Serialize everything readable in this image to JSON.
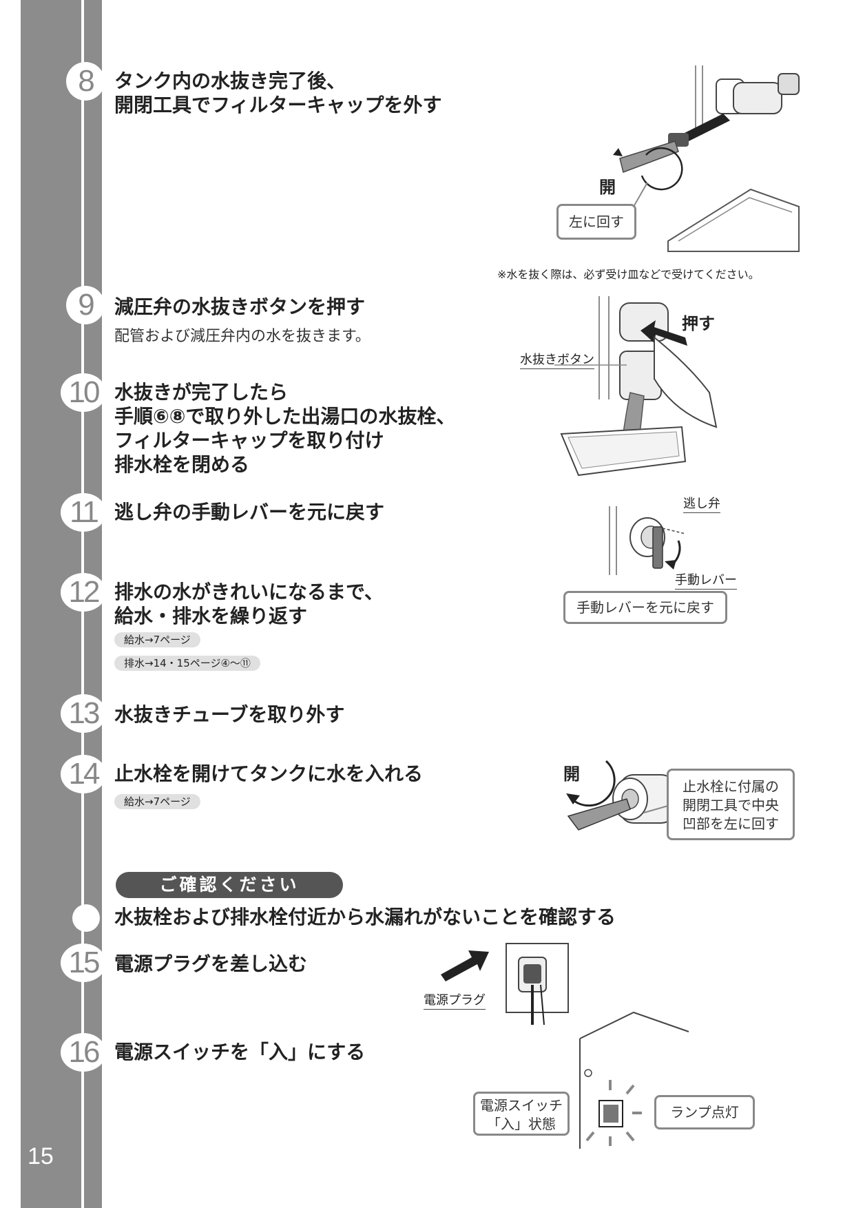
{
  "page_number": "15",
  "steps": [
    {
      "num": "8",
      "lines": [
        "タンク内の水抜き完了後、",
        "開閉工具でフィルターキャップを外す"
      ]
    },
    {
      "num": "9",
      "lines": [
        "減圧弁の水抜きボタンを押す"
      ],
      "desc": "配管および減圧弁内の水を抜きます。"
    },
    {
      "num": "10",
      "lines": [
        "水抜きが完了したら",
        "手順⑥⑧で取り外した出湯口の水抜栓、",
        "フィルターキャップを取り付け",
        "排水栓を閉める"
      ]
    },
    {
      "num": "11",
      "lines": [
        "逃し弁の手動レバーを元に戻す"
      ]
    },
    {
      "num": "12",
      "lines": [
        "排水の水がきれいになるまで、",
        "給水・排水を繰り返す"
      ],
      "refs": [
        "給水→7ページ",
        "排水→14・15ページ④～⑪"
      ]
    },
    {
      "num": "13",
      "lines": [
        "水抜きチューブを取り外す"
      ]
    },
    {
      "num": "14",
      "lines": [
        "止水栓を開けてタンクに水を入れる"
      ],
      "refs": [
        "給水→7ページ"
      ]
    },
    {
      "num": "15",
      "lines": [
        "電源プラグを差し込む"
      ]
    },
    {
      "num": "16",
      "lines": [
        "電源スイッチを「入」にする"
      ]
    }
  ],
  "confirm": {
    "banner": "ご確認ください",
    "text": "水抜栓および排水栓付近から水漏れがないことを確認する"
  },
  "note": "※水を抜く際は、必ず受け皿などで受けてください。",
  "illustrations": {
    "i8": {
      "open": "開",
      "callout": "左に回す"
    },
    "i9": {
      "push": "押す",
      "button": "水抜きボタン"
    },
    "i11": {
      "valve": "逃し弁",
      "lever": "手動レバー",
      "callout": "手動レバーを元に戻す"
    },
    "i14": {
      "open": "開",
      "callout": [
        "止水栓に付属の",
        "開閉工具で中央",
        "凹部を左に回す"
      ]
    },
    "i15": {
      "plug": "電源プラグ"
    },
    "i16": {
      "switch": [
        "電源スイッチ",
        "「入」状態"
      ],
      "lamp": "ランプ点灯"
    }
  }
}
